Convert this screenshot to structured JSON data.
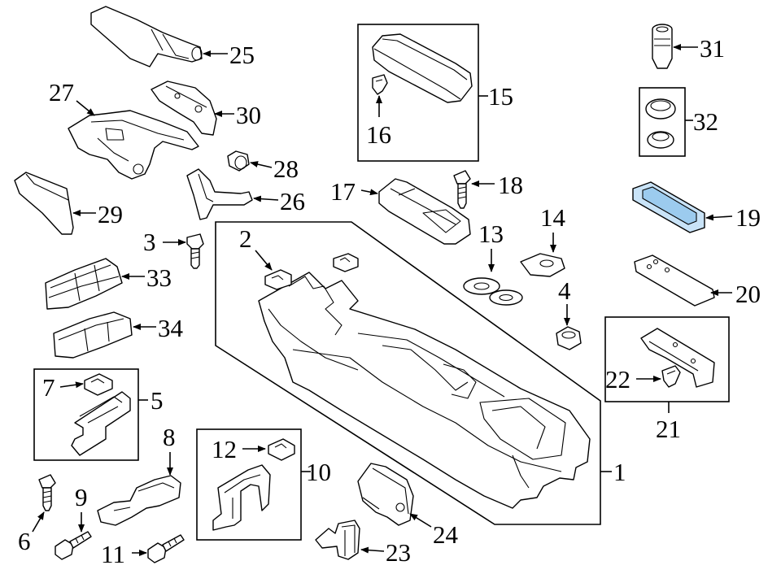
{
  "diagram": {
    "highlight_color": "#c9e3f7",
    "highlighted_part": "19",
    "callouts": [
      "1",
      "2",
      "3",
      "4",
      "5",
      "6",
      "7",
      "8",
      "9",
      "10",
      "11",
      "12",
      "13",
      "14",
      "15",
      "16",
      "17",
      "18",
      "19",
      "20",
      "21",
      "22",
      "23",
      "24",
      "25",
      "26",
      "27",
      "28",
      "29",
      "30",
      "31",
      "32",
      "33",
      "34"
    ]
  }
}
